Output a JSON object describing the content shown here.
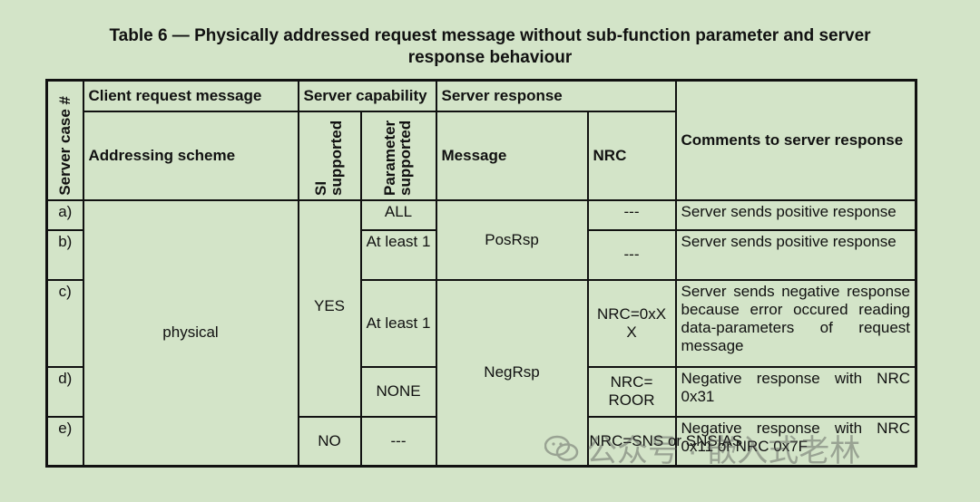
{
  "title": {
    "line1": "Table 6 — Physically addressed request message without sub-function parameter and server",
    "line2": "response behaviour"
  },
  "headers": {
    "server_case": "Server case #",
    "client_request": "Client request message",
    "server_capability": "Server capability",
    "server_response": "Server response",
    "addressing_scheme": "Addressing scheme",
    "si_supported": "SI supported",
    "param_supported": "Parameter supported",
    "message": "Message",
    "nrc": "NRC",
    "comments": "Comments to server response"
  },
  "rows": {
    "a": {
      "case": "a)",
      "param": "ALL",
      "nrc": "---",
      "comment": "Server sends positive response"
    },
    "b": {
      "case": "b)",
      "param": "At least 1",
      "nrc": "---",
      "comment": "Server sends positive response"
    },
    "c": {
      "case": "c)",
      "param": "At least 1",
      "nrc": "NRC=0xXX",
      "comment": "Server sends negative response because error occured reading data-parameters of request message"
    },
    "d": {
      "case": "d)",
      "param": "NONE",
      "nrc": "NRC= ROOR",
      "comment": "Negative response with NRC 0x31"
    },
    "e": {
      "case": "e)",
      "si": "NO",
      "param": "---",
      "nrc": "NRC=SNS or SNSIAS",
      "comment": "Negative response with NRC 0x11 or NRC 0x7F"
    }
  },
  "merged": {
    "addressing": "physical",
    "si_yes": "YES",
    "pos_rsp": "PosRsp",
    "neg_rsp": "NegRsp"
  },
  "watermark": {
    "text": "公众号 · 嵌入式老林"
  }
}
